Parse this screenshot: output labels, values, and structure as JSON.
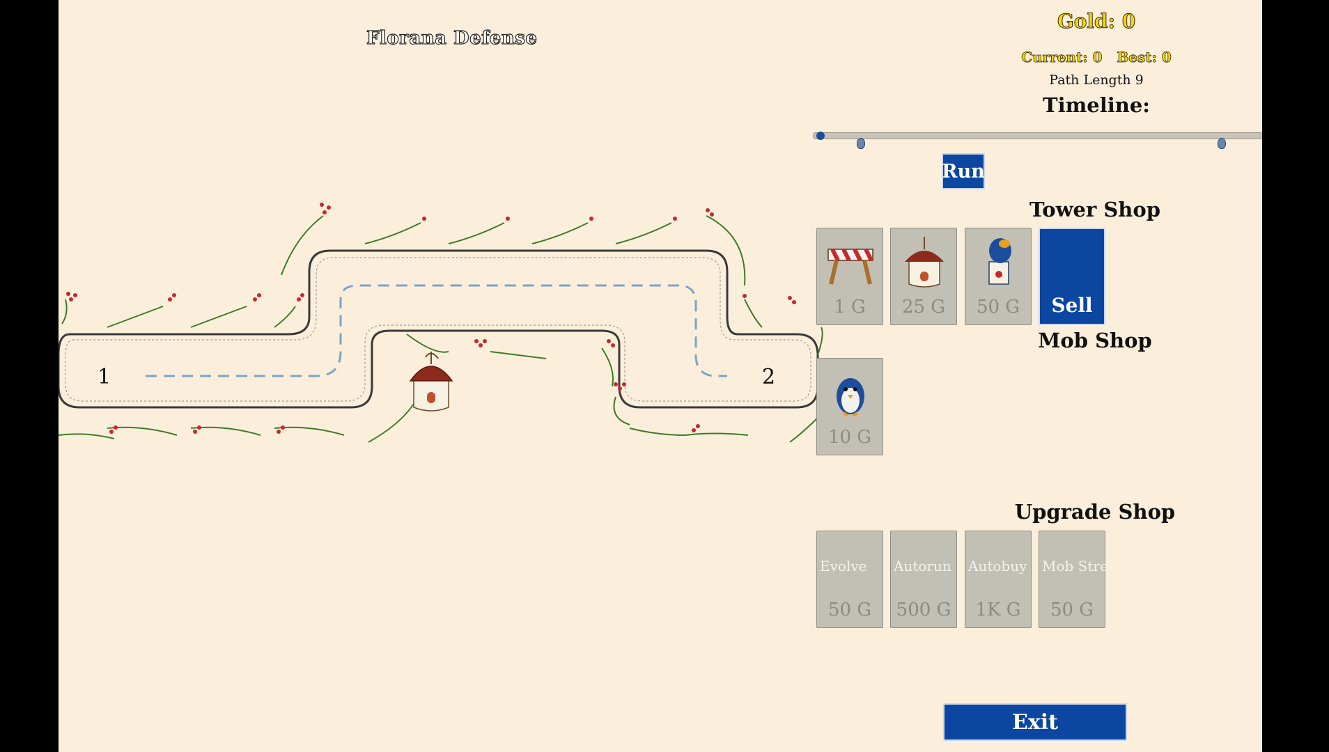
{
  "game_title": "Florana Defense",
  "hud": {
    "gold": "Gold: 0",
    "current": "Current: 0",
    "best": "Best: 0",
    "path_length": "Path Length 9",
    "timeline_label": "Timeline:",
    "timeline_progress": 0
  },
  "run_button": "Run",
  "map": {
    "start_label": "1",
    "end_label": "2",
    "path_color": "#3a3a3a",
    "dash_color": "#7aa3c8"
  },
  "tower_shop": {
    "title": "Tower Shop",
    "items": [
      {
        "name": "barricade",
        "icon": "barricade-icon",
        "price": "1 G"
      },
      {
        "name": "archer-hut",
        "icon": "archer-hut-icon",
        "price": "25 G"
      },
      {
        "name": "cannon",
        "icon": "cannon-icon",
        "price": "50 G"
      }
    ],
    "sell_label": "Sell"
  },
  "mob_shop": {
    "title": "Mob Shop",
    "items": [
      {
        "name": "penguin",
        "icon": "penguin-icon",
        "price": "10 G"
      }
    ]
  },
  "upgrade_shop": {
    "title": "Upgrade Shop",
    "items": [
      {
        "label": "Evolve",
        "price": "50 G"
      },
      {
        "label": "Autorun",
        "price": "500 G"
      },
      {
        "label": "Autobuy",
        "price": "1K G"
      },
      {
        "label": "Mob Strength",
        "price": "50 G"
      }
    ]
  },
  "exit_button": "Exit",
  "colors": {
    "background": "#fbefdb",
    "accent_blue": "#0b46a0",
    "gold_text": "#f5d60f",
    "card_gray": "#c2bfb5"
  }
}
